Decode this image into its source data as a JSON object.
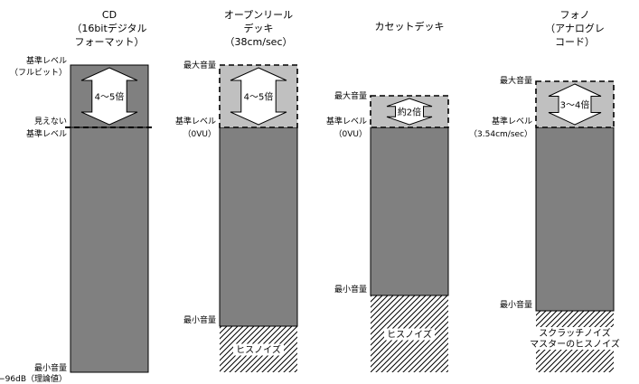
{
  "columns": [
    {
      "id": "cd",
      "title": [
        "CD",
        "（16bitデジタル",
        "フォーマット）"
      ],
      "levels": [
        {
          "key": "top",
          "label": [
            "基準レベル",
            "（フルビット）"
          ]
        },
        {
          "key": "ref",
          "label": [
            "見えない",
            "基準レベル"
          ]
        },
        {
          "key": "min",
          "label": [
            "最小音量",
            "−96dB（理論値）"
          ]
        }
      ],
      "headroom": "4〜5倍",
      "noise": []
    },
    {
      "id": "open-reel",
      "title": [
        "オープンリール",
        "デッキ",
        "（38cm/sec）"
      ],
      "levels": [
        {
          "key": "top",
          "label": [
            "最大音量"
          ]
        },
        {
          "key": "ref",
          "label": [
            "基準レベル",
            "（0VU）"
          ]
        },
        {
          "key": "min",
          "label": [
            "最小音量"
          ]
        }
      ],
      "headroom": "4〜5倍",
      "noise": [
        "ヒスノイズ"
      ]
    },
    {
      "id": "cassette",
      "title": [
        "カセットデッキ"
      ],
      "levels": [
        {
          "key": "top",
          "label": [
            "最大音量"
          ]
        },
        {
          "key": "ref",
          "label": [
            "基準レベル",
            "（0VU）"
          ]
        },
        {
          "key": "min",
          "label": [
            "最小音量"
          ]
        }
      ],
      "headroom": "約2倍",
      "noise": [
        "ヒスノイズ"
      ]
    },
    {
      "id": "phono",
      "title": [
        "フォノ",
        "（アナログレ",
        "コード）"
      ],
      "levels": [
        {
          "key": "top",
          "label": [
            "最大音量"
          ]
        },
        {
          "key": "ref",
          "label": [
            "基準レベル",
            "（3.54cm/sec）"
          ]
        },
        {
          "key": "min",
          "label": [
            "最小音量"
          ]
        }
      ],
      "headroom": "3〜4倍",
      "noise": [
        "スクラッチノイズ",
        "マスターのヒスノイズ"
      ]
    }
  ],
  "colors": {
    "body": "#808080",
    "headroom": "#c0c0c0",
    "arrow": "#ffffff",
    "line": "#000000",
    "background": "#ffffff"
  }
}
